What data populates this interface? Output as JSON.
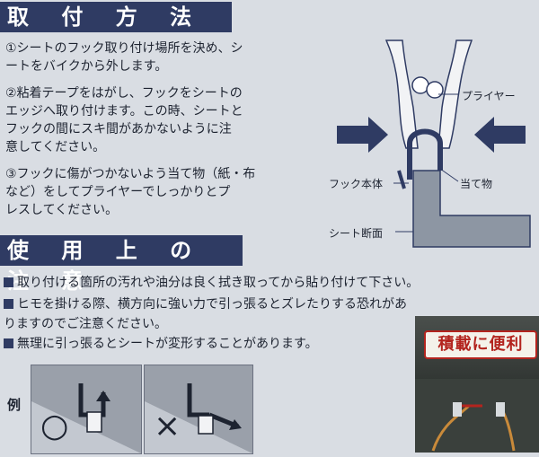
{
  "section1": {
    "title": "取 付 方 法",
    "steps": [
      {
        "lines": [
          "①シートのフック取り付け場所を決め、シ",
          "ートをバイクから外します。"
        ]
      },
      {
        "lines": [
          "②粘着テープをはがし、フックをシートの",
          "エッジへ取り付けます。この時、シートと",
          "フックの間にスキ間があかないように注",
          "意してください。"
        ]
      },
      {
        "lines": [
          "③フックに傷がつかないよう当て物（紙・布",
          "など）をしてプライヤーでしっかりとプ",
          "レスしてください。"
        ]
      }
    ]
  },
  "diagram": {
    "label_plier": "プライヤー",
    "label_hook": "フック本体",
    "label_pad": "当て物",
    "label_seat": "シート断面"
  },
  "section2": {
    "title": "使 用 上 の 注 意",
    "notes": [
      {
        "lines": [
          "取り付ける箇所の汚れや油分は良く拭き取ってから貼り付けて下さい。"
        ]
      },
      {
        "lines": [
          "ヒモを掛ける際、横方向に強い力で引っ張るとズレたりする恐れがあ",
          "りますのでご注意ください。"
        ]
      },
      {
        "lines": [
          "無理に引っ張るとシートが変形することがあります。"
        ]
      }
    ]
  },
  "example": {
    "label": "例",
    "good_mark": "○",
    "bad_mark": "×"
  },
  "photo": {
    "badge": "積載に便利"
  }
}
